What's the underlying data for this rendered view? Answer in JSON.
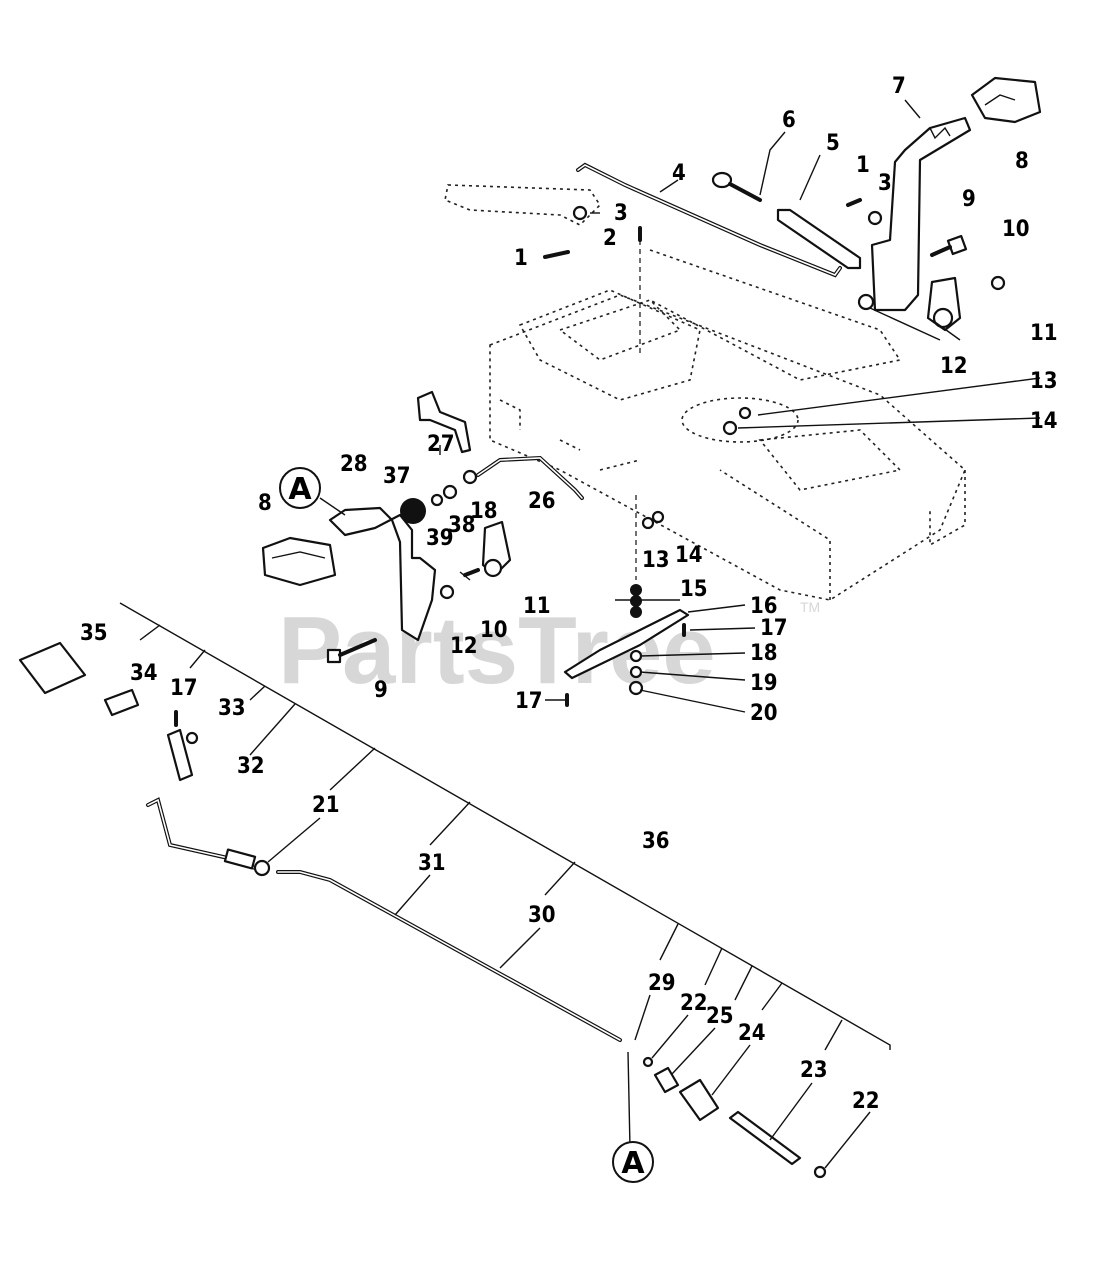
{
  "watermark": {
    "text": "PartsTree",
    "tm": "TM"
  },
  "circle_labels": [
    "A",
    "A"
  ],
  "callouts": [
    "1",
    "2",
    "3",
    "4",
    "5",
    "6",
    "1",
    "3",
    "7",
    "8",
    "9",
    "10",
    "11",
    "12",
    "13",
    "14",
    "27",
    "28",
    "37",
    "38",
    "39",
    "18",
    "26",
    "8",
    "11",
    "10",
    "12",
    "13",
    "14",
    "15",
    "16",
    "17",
    "18",
    "19",
    "20",
    "17",
    "35",
    "34",
    "17",
    "33",
    "9",
    "32",
    "21",
    "31",
    "36",
    "30",
    "29",
    "22",
    "25",
    "24",
    "23",
    "22"
  ]
}
